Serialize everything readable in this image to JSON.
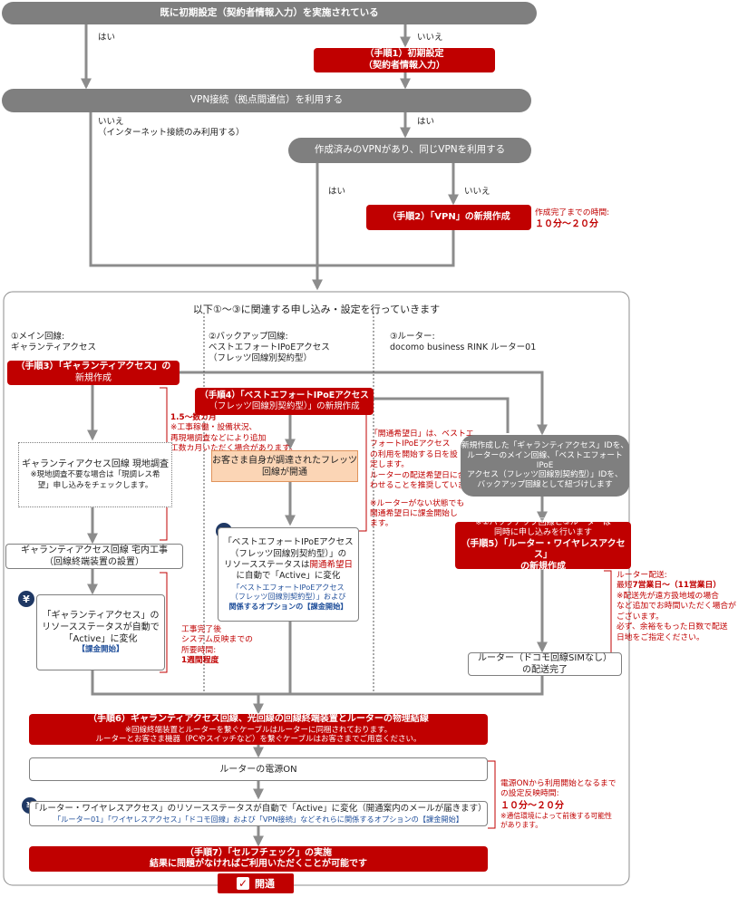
{
  "top": {
    "already_set": "既に初期設定（契約者情報入力）を実施されている",
    "yes1": "はい",
    "no1": "いいえ",
    "step1_line1": "（手順1）初期設定",
    "step1_line2": "（契約者情報入力）",
    "vpn_use": "VPN接続（拠点間通信）を利用する",
    "no2_line1": "いいえ",
    "no2_line2": "（インターネット接続のみ利用する）",
    "yes2": "はい",
    "vpn_exist": "作成済みのVPNがあり、同じVPNを利用する",
    "yes3": "はい",
    "no3": "いいえ",
    "step2": "（手順2）「VPN」の新規作成",
    "step2_time_line1": "作成完了までの時間:",
    "step2_time_line2": "１０分～２０分"
  },
  "panel": {
    "title": "以下①～③に関連する申し込み・設定を行っていきます",
    "col1_line1": "①メイン回線:",
    "col1_line2": "ギャランティアクセス",
    "col2_line1": "②バックアップ回線:",
    "col2_line2": "ベストエフォートIPoEアクセス",
    "col2_line3": "（フレッツ回線別契約型）",
    "col3_line1": "③ルーター:",
    "col3_line2": "docomo business RINK ルーター01"
  },
  "col1": {
    "step3_line1": "（手順3）「ギャランティアクセス」の",
    "step3_line2": "新規作成",
    "note1_line1": "1.5～数カ月",
    "note1_line2": "※工事稼働・設備状況、",
    "note1_line3": "再現場調査などにより追加",
    "note1_line4": "工数カ月いただく場合があります。",
    "survey_line1": "ギャランティアクセス回線 現地調査",
    "survey_line2": "※現地調査不要な場合は「現調レス希",
    "survey_line3": "望」申し込みをチェックします。",
    "work_line1": "ギャランティアクセス回線 宅内工事",
    "work_line2": "（回線終端装置の設置）",
    "yen": "¥",
    "status_line1": "「ギャランティアクセス」の",
    "status_line2": "リソースステータスが自動で",
    "status_line3": "「Active」に変化",
    "status_line4": "【課金開始】",
    "note2_line1": "工事完了後",
    "note2_line2": "システム反映までの",
    "note2_line3": "所要時間:",
    "note2_line4": "1週間程度"
  },
  "col2": {
    "step4_line1": "（手順4）「ベストエフォートIPoEアクセス",
    "step4_line2": "（フレッツ回線別契約型）」の新規作成",
    "flets": "お客さま自身が調達されたフレッツ回線が開通",
    "note_line1": "「開通希望日」は、ベストエ",
    "note_line2": "フォートIPoEアクセス",
    "note_line3": "の利用を開始する日を設",
    "note_line4": "定します。",
    "note_line5": "ルーターの配送希望日に合",
    "note_line6": "わせることを推奨しています。",
    "note_line7": "※ルーターがない状態でも",
    "note_line8": "開通希望日に課金開始し",
    "note_line9": "ます。",
    "yen": "¥",
    "status_line1": "「ベストエフォートIPoEアクセス",
    "status_line2": "（フレッツ回線別契約型）」の",
    "status_line3a": "リソースステータスは",
    "status_line3b": "開通希望日",
    "status_line4": "に自動で「Active」に変化",
    "status_line5": "「ベストエフォートIPoEアクセス",
    "status_line6": "（フレッツ回線別契約型）」および",
    "status_line7": "関係するオプションの【課金開始】"
  },
  "col3": {
    "id_line1": "新規作成した「ギャランティアクセス」IDを、",
    "id_line2": "ルーターのメイン回線、「ベストエフォートIPoE",
    "id_line3": "アクセス（フレッツ回線別契約型）」IDを、",
    "id_line4": "バックアップ回線として紐づけします",
    "step5_line1": "※②バックアップ回線と③ルーターは",
    "step5_line2": "同時に申し込みを行います",
    "step5_line3": "（手順5）「ルーター・ワイヤレスアクセス」",
    "step5_line4": "の新規作成",
    "note_line1": "ルーター配送:",
    "note_line2a": "最短",
    "note_line2b": "7営業日～（11営業日）",
    "note_line3": "※配送先が遠方扱地域の場合",
    "note_line4": "など追加でお時間いただく場合が",
    "note_line5": "ございます。",
    "note_line6": "必ず、余裕をもった日数で配送",
    "note_line7": "日地をご指定ください。",
    "delivery_line1": "ルーター（ドコモ回線SIMなし）",
    "delivery_line2": "の配送完了"
  },
  "bottom": {
    "step6_line1": "（手順6）ギャランティアクセス回線、光回線の回線終端装置とルーターの物理結線",
    "step6_line2": "※回線終端装置とルーターを繋ぐケーブルはルーターに同梱されております。",
    "step6_line3": "ルーターとお客さま機器（PCやスイッチなど）を繋ぐケーブルはお客さまでご用意ください。",
    "power": "ルーターの電源ON",
    "yen": "¥",
    "active_line1": "「ルーター・ワイヤレスアクセス」のリソースステータスが自動で「Active」に変化（開通案内のメールが届きます）",
    "active_line2": "「ルーター01」「ワイヤレスアクセス」「ドコモ回線」および「VPN接続」などそれらに関係するオプションの【課金開始】",
    "note_line1": "電源ONから利用開始となるまで",
    "note_line2": "の設定反映時間:",
    "note_line3": "１０分～２０分",
    "note_line4": "※通信環境によって前後する可能性",
    "note_line5": "があります。",
    "step7_line1": "（手順7）「セルフチェック」の実施",
    "step7_line2": "結果に問題がなければご利用いただくことが可能です",
    "done": "開通"
  },
  "colors": {
    "red": "#c00000",
    "gray": "#7f7f7f",
    "orange": "#fbd5b5",
    "navy": "#1f3864"
  }
}
